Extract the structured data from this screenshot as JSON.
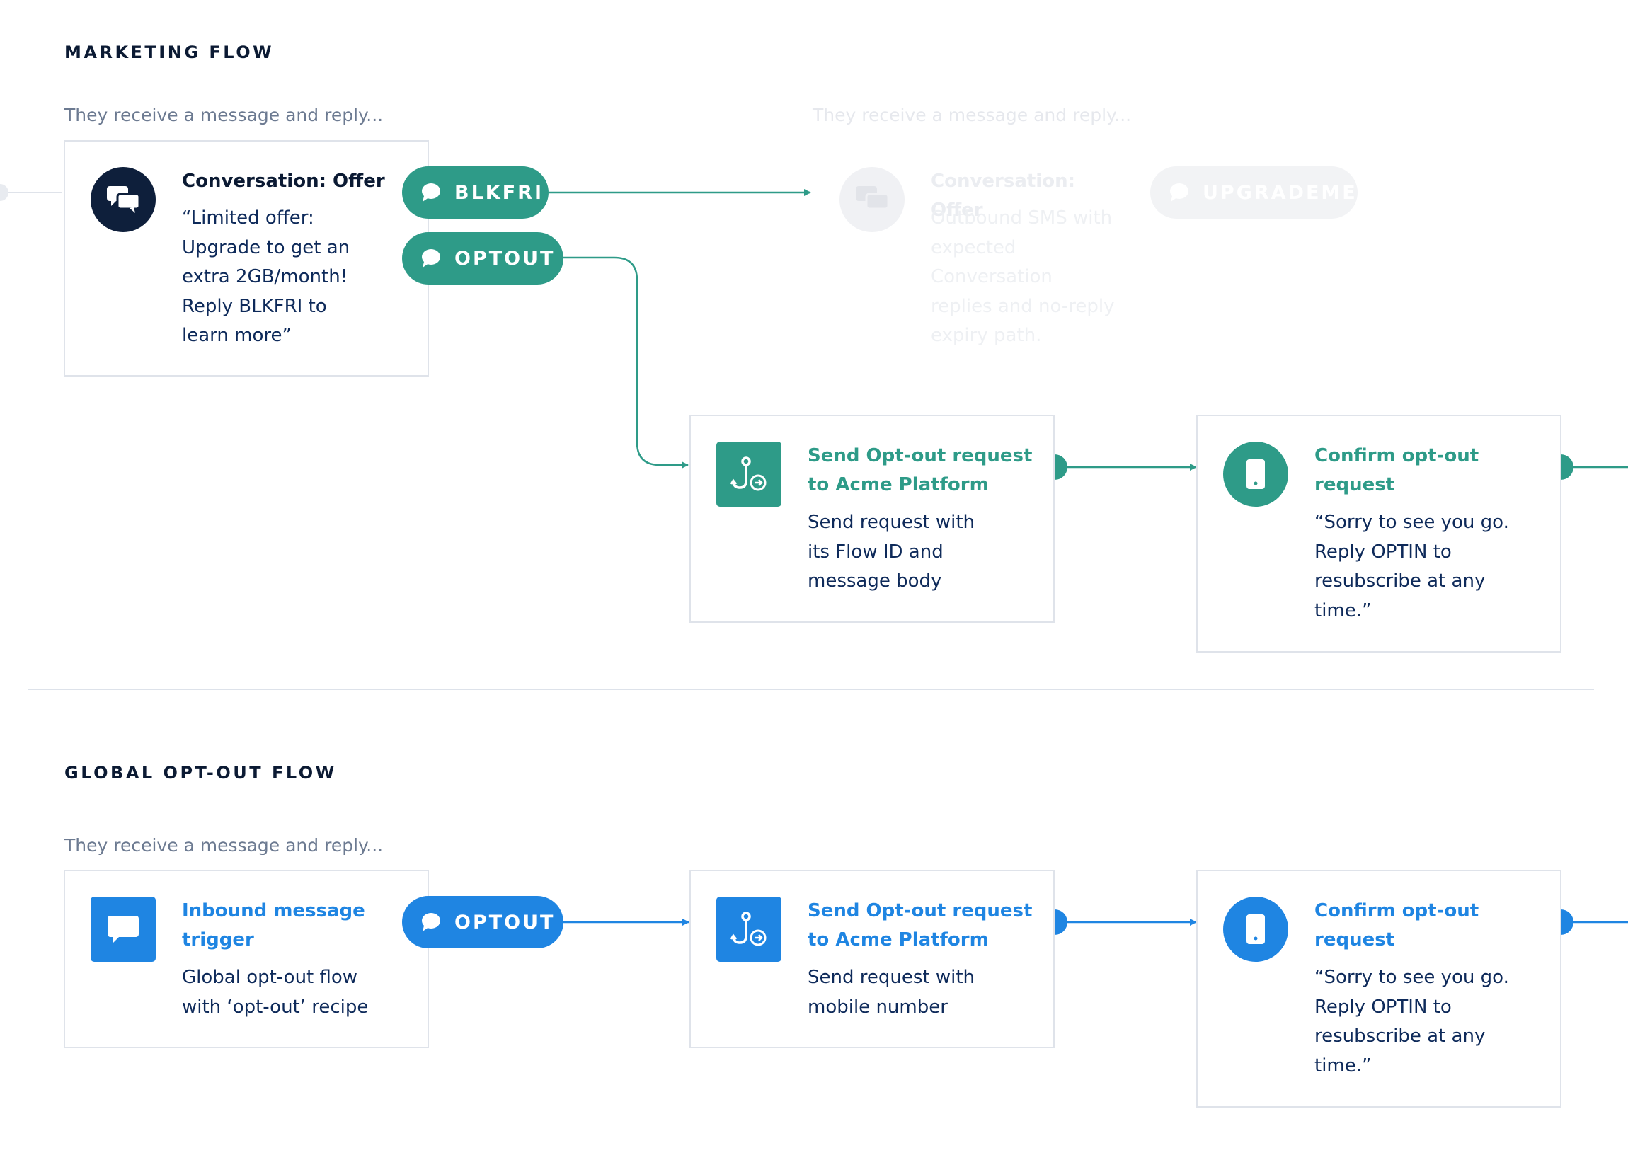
{
  "colors": {
    "teal": "#2e9b88",
    "blue": "#1f85e2",
    "navy": "#0e1f3b",
    "faded": "#f0f1f4",
    "border": "#dfe3ea",
    "text": "#0e2a5a",
    "muted": "#6c7a91"
  },
  "marketing": {
    "title": "MARKETING FLOW",
    "intro": "They receive a message and reply...",
    "intro_faded": "They receive a message and reply...",
    "offer_card": {
      "icon": "chat-bubbles-icon",
      "title": "Conversation: Offer",
      "body": [
        "“Limited offer:",
        "Upgrade to get an",
        "extra 2GB/month!",
        "Reply BLKFRI to",
        "learn more”"
      ]
    },
    "pill_blkfri": "BLKFRI",
    "pill_optout": "OPTOUT",
    "faded_card": {
      "icon": "chat-bubbles-icon",
      "title": "Conversation: Offer",
      "body": [
        "Outbound SMS with",
        "expected",
        "Conversation",
        "replies and no-reply",
        "expiry path."
      ],
      "pill": "UPGRADEME"
    },
    "send_card": {
      "icon": "webhook-icon",
      "title": [
        "Send Opt-out request",
        "to Acme Platform"
      ],
      "body": [
        "Send request with",
        "its Flow ID and",
        "message body"
      ]
    },
    "confirm_card": {
      "icon": "phone-icon",
      "title": [
        "Confirm opt-out",
        "request"
      ],
      "body": [
        "“Sorry to see you go.",
        "Reply OPTIN to",
        "resubscribe at any",
        "time.”"
      ]
    }
  },
  "global": {
    "title": "GLOBAL OPT-OUT FLOW",
    "intro": "They receive a message and reply...",
    "inbound_card": {
      "icon": "message-icon",
      "title": [
        "Inbound message",
        "trigger"
      ],
      "body": [
        "Global opt-out flow",
        "with ‘opt-out’ recipe"
      ]
    },
    "pill_optout": "OPTOUT",
    "send_card": {
      "icon": "webhook-icon",
      "title": [
        "Send Opt-out request",
        "to Acme Platform"
      ],
      "body": [
        "Send request with",
        "mobile number"
      ]
    },
    "confirm_card": {
      "icon": "phone-icon",
      "title": [
        "Confirm opt-out",
        "request"
      ],
      "body": [
        "“Sorry to see you go.",
        "Reply OPTIN to",
        "resubscribe at any",
        "time.”"
      ]
    }
  }
}
